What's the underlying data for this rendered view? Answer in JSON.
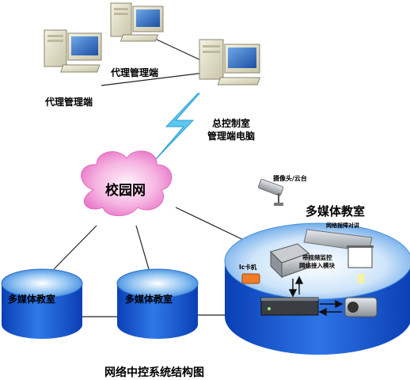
{
  "labels": {
    "agent_terminal_right": "代理管理端",
    "agent_terminal_left": "代理管理端",
    "central_control_line1": "总控制室",
    "central_control_line2": "管理端电脑",
    "campus_network": "校园网",
    "camera_pantilt": "摄像头/云台",
    "multimedia_classroom_main": "多媒体教室",
    "network_alarm_intercom": "网络报障对讲",
    "av_monitor_line1": "带视频监控",
    "av_monitor_line2": "网络接入模块",
    "ic_card_reader": "Ic卡机",
    "classroom_left": "多媒体教室",
    "classroom_mid": "多媒体教室",
    "diagram_caption": "网络中控系统结构图"
  },
  "colors": {
    "lightning": "#5fc6ee",
    "cloud": "#f49bd8",
    "cylinder_top": "#3d8fe0",
    "cylinder_side": "#0b45c9",
    "big_platform_top": "#a9cff2",
    "computer_beige": "#e8e5cf"
  }
}
